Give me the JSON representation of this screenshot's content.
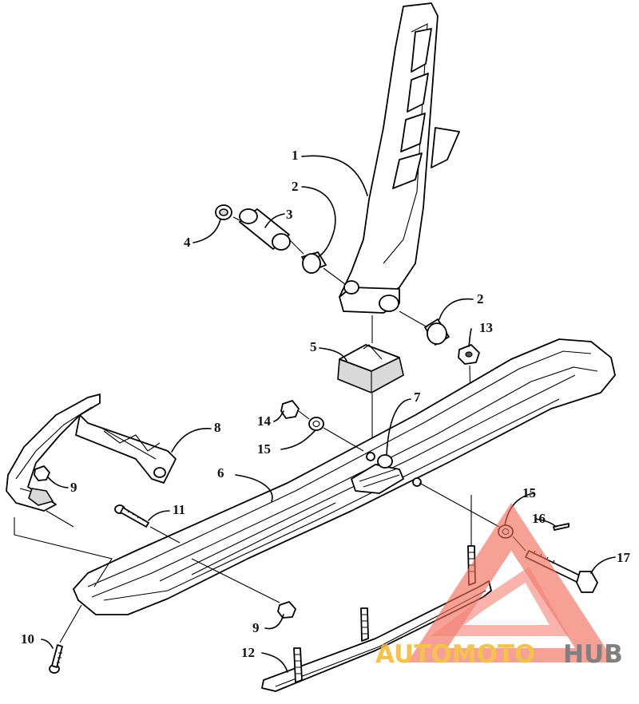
{
  "callouts": {
    "c1": "1",
    "c2a": "2",
    "c2b": "2",
    "c3": "3",
    "c4": "4",
    "c5": "5",
    "c6": "6",
    "c7": "7",
    "c8": "8",
    "c9a": "9",
    "c9b": "9",
    "c10": "10",
    "c11": "11",
    "c12": "12",
    "c13": "13",
    "c14": "14",
    "c15a": "15",
    "c15b": "15",
    "c16": "16",
    "c17": "17"
  },
  "watermark": {
    "part1": "AUTOMOTO",
    "part2": "HUB",
    "color_accent": "#f26b5b",
    "color_dark": "#6b6b6b"
  }
}
